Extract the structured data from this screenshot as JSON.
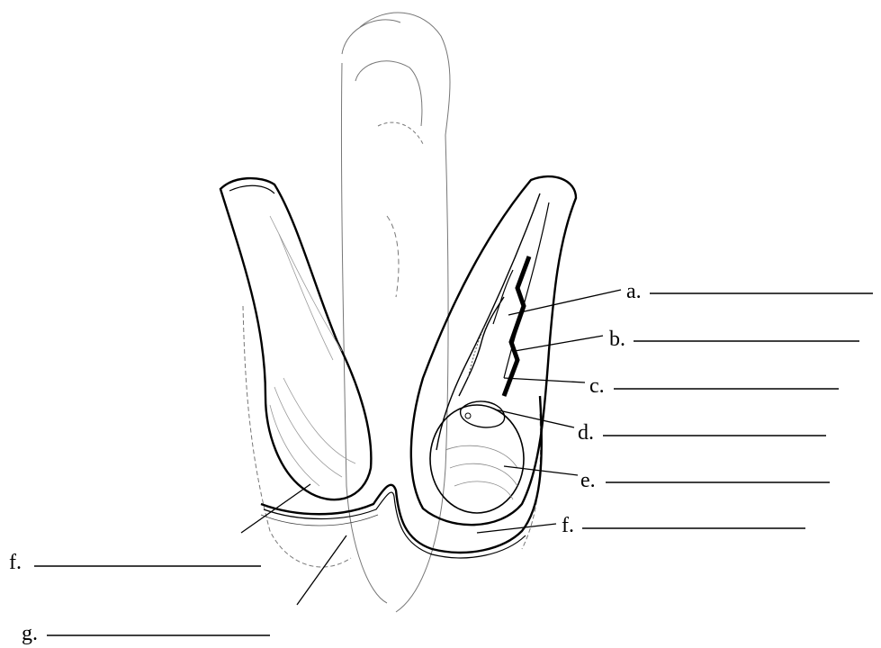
{
  "labels": [
    {
      "id": "a",
      "text": "a."
    },
    {
      "id": "b",
      "text": "b."
    },
    {
      "id": "c",
      "text": "c."
    },
    {
      "id": "d",
      "text": "d."
    },
    {
      "id": "e",
      "text": "e."
    },
    {
      "id": "f_right",
      "text": "f."
    },
    {
      "id": "f_left",
      "text": "f."
    },
    {
      "id": "g",
      "text": "g."
    }
  ],
  "colors": {
    "ink": "#000000",
    "sketch": "#666666",
    "background": "#ffffff"
  }
}
